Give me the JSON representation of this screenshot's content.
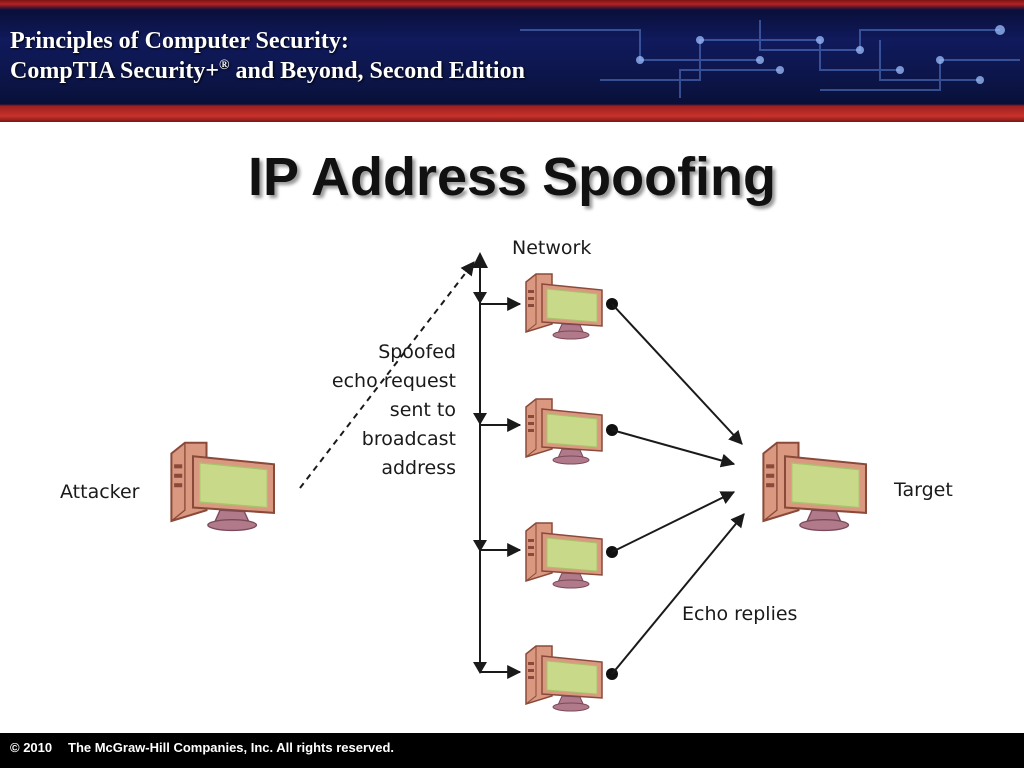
{
  "header": {
    "title_line1": "Principles of Computer Security:",
    "title_line2_prefix": "CompTIA Security+",
    "title_line2_reg": "®",
    "title_line2_suffix": " and Beyond, Second Edition"
  },
  "slide": {
    "title": "IP Address Spoofing"
  },
  "diagram": {
    "network_label": "Network",
    "attacker_label": "Attacker",
    "target_label": "Target",
    "request_label": [
      "Spoofed",
      "echo request",
      "sent to",
      "broadcast",
      "address"
    ],
    "replies_label": "Echo replies",
    "colors": {
      "case": "#d9987f",
      "case_edge": "#8a4a3a",
      "screen": "#c9d98a",
      "screen_glow": "#a8c46a",
      "stand": "#b07a8a",
      "line": "#1a1a1a"
    }
  },
  "footer": {
    "year": "© 2010",
    "rights": "The McGraw-Hill Companies, Inc. All rights reserved."
  }
}
